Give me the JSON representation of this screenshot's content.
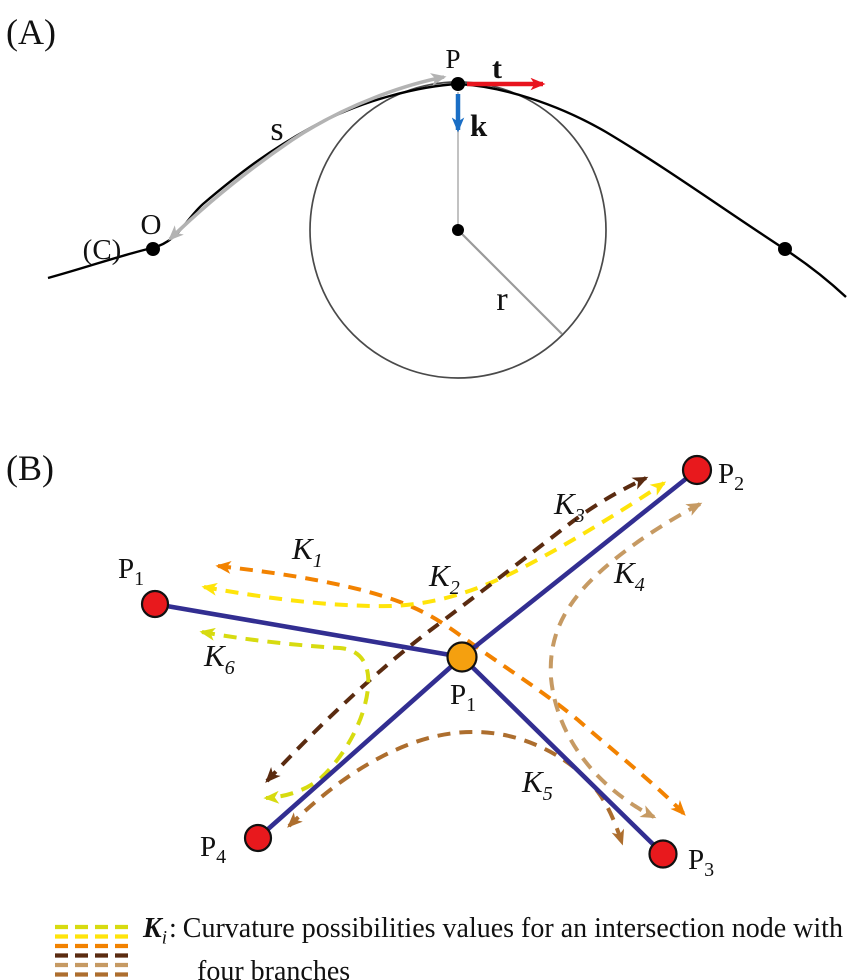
{
  "panel_a": {
    "label": "(A)",
    "curve_label": "(C)",
    "point_o_label": "O",
    "point_p_label": "P",
    "arc_length_label": "s",
    "radius_label": "r",
    "tangent": {
      "label": "t",
      "color": "#E8141E"
    },
    "curvature": {
      "label": "k",
      "color": "#1A6EC5"
    },
    "arc_color": "#B3B3B3",
    "curve_color": "#000000",
    "circle_color": "#4A4A4A",
    "radius_line_color": "#9A9A9A"
  },
  "panel_b": {
    "label": "(B)",
    "branch_color": "#322E91",
    "node_fill_red": "#E8191D",
    "node_fill_orange": "#F5A00F",
    "node_stroke": "#111111",
    "nodes": [
      {
        "name": "P",
        "sub": "1"
      },
      {
        "name": "P",
        "sub": "2"
      },
      {
        "name": "P",
        "sub": "3"
      },
      {
        "name": "P",
        "sub": "4"
      }
    ],
    "center_label": {
      "name": "P",
      "sub": "1"
    },
    "curvatures": [
      {
        "name": "K",
        "sub": "1",
        "color": "#F28200"
      },
      {
        "name": "K",
        "sub": "2",
        "color": "#FFE40A"
      },
      {
        "name": "K",
        "sub": "3",
        "color": "#5A2B10"
      },
      {
        "name": "K",
        "sub": "4",
        "color": "#C69A63"
      },
      {
        "name": "K",
        "sub": "5",
        "color": "#AD6E2E"
      },
      {
        "name": "K",
        "sub": "6",
        "color": "#D7DB10"
      }
    ]
  },
  "legend": {
    "symbol": "K",
    "symbol_sub": "i",
    "colon": ":",
    "line1": "Curvature possibilities values for an intersection node with",
    "line2": "four branches"
  }
}
